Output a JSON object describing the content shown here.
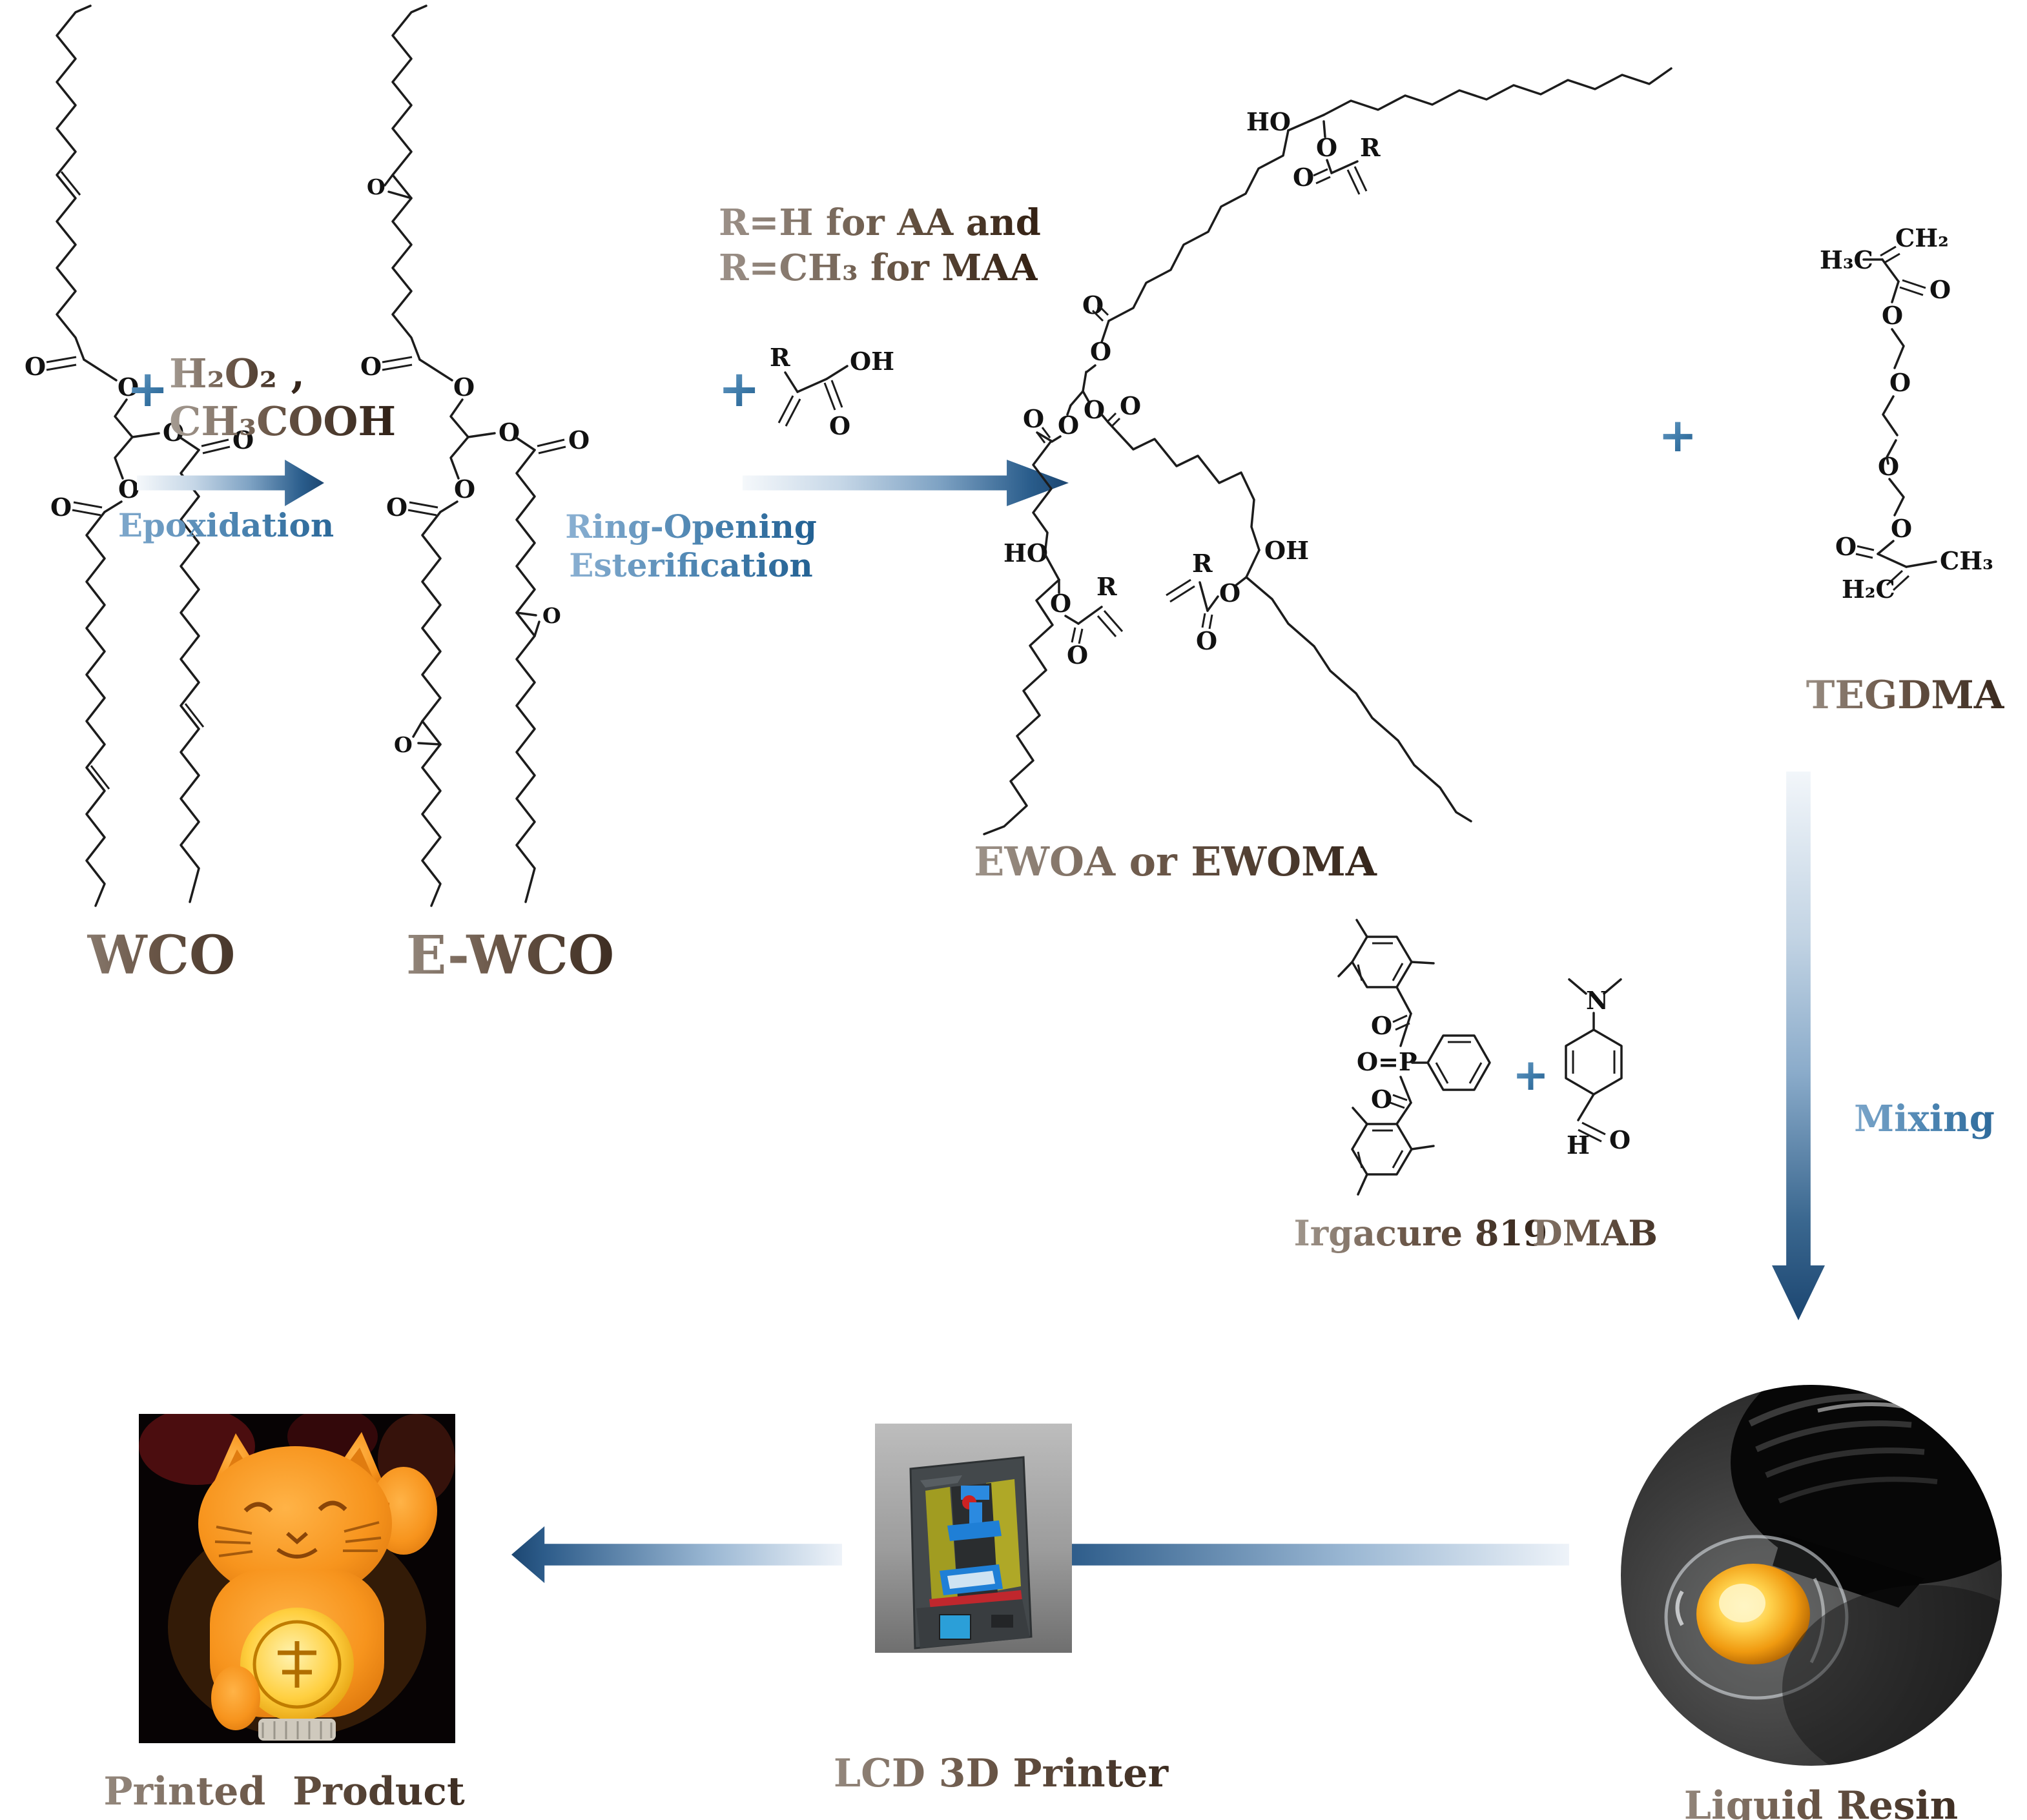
{
  "figure": {
    "labels": {
      "wco": "WCO",
      "ewco": "E-WCO",
      "ewoa": "EWOA or EWOMA",
      "tegdma": "TEGDMA",
      "irgacure": "Irgacure 819",
      "dmab": "DMAB",
      "liquid_resin": "Liquid Resin",
      "printer": "LCD 3D Printer",
      "printed_product": "Printed  Product"
    },
    "step1": {
      "plus": "+",
      "reagent_line1": "H₂O₂ ,",
      "reagent_line2": "CH₃COOH",
      "name": "Epoxidation"
    },
    "step2": {
      "plus": "+",
      "note_line1": "R=H for AA and",
      "note_line2": "R=CH₃ for MAA",
      "name_line1": "Ring-Opening",
      "name_line2": "Esterification"
    },
    "step3": {
      "plus": "+",
      "name": "Mixing"
    },
    "step4": {
      "plus": "+"
    },
    "atoms": {
      "wco": [
        "O",
        "O",
        "O",
        "O",
        "O",
        "O"
      ],
      "ewco": [
        "O",
        "O",
        "O",
        "O",
        "O",
        "O",
        "O",
        "O",
        "O"
      ],
      "acrylic": [
        "R",
        "OH",
        "O"
      ],
      "ewoa": {
        "center": [
          "O",
          "O",
          "O",
          "O",
          "O",
          "O"
        ],
        "ne": [
          "HO",
          "O",
          "O",
          "R"
        ],
        "sw": [
          "HO",
          "O",
          "O",
          "R"
        ],
        "se": [
          "R",
          "OH",
          "O",
          "O"
        ]
      },
      "tegdma": [
        "CH₂",
        "H₃C",
        "O",
        "O",
        "O",
        "O",
        "O",
        "O",
        "CH₃",
        "H₂C"
      ],
      "irgacure": [
        "O",
        "O=P",
        "O"
      ],
      "dmab": [
        "N",
        "H",
        "O"
      ]
    },
    "colors": {
      "arrow_dark": "#1c4671",
      "arrow_light": "#f2f6fa",
      "plus_blue": "#2e6da4",
      "label_blue": "#1d5c8f",
      "label_brown_dark": "#2e1f15",
      "label_brown_light": "#a59c93",
      "resin_amber": "#f5a623",
      "cat_orange": "#f7941d"
    }
  }
}
